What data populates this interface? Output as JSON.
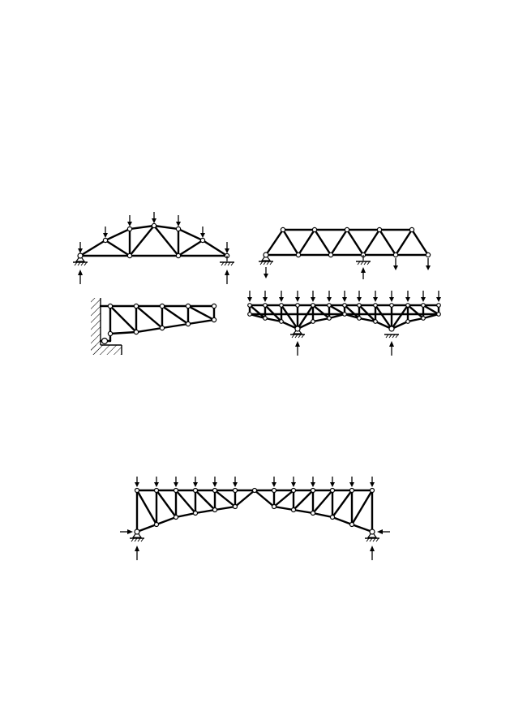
{
  "page": {
    "background": "#ffffff",
    "ink": "#000000"
  },
  "figures": [
    {
      "id": "fig-roof-truss",
      "kind": "polygonal roof truss, simply supported, vertical loads"
    },
    {
      "id": "fig-parallel-chord-truss",
      "kind": "parallel chord truss with overhang, pinned and roller supports"
    },
    {
      "id": "fig-cantilever-truss",
      "kind": "cantilever truss fixed to hatched wall"
    },
    {
      "id": "fig-multispan-truss",
      "kind": "continuous truss on two supports, top chord loads"
    },
    {
      "id": "fig-arch-truss",
      "kind": "three-hinged arch truss with horizontal and vertical reactions"
    }
  ]
}
